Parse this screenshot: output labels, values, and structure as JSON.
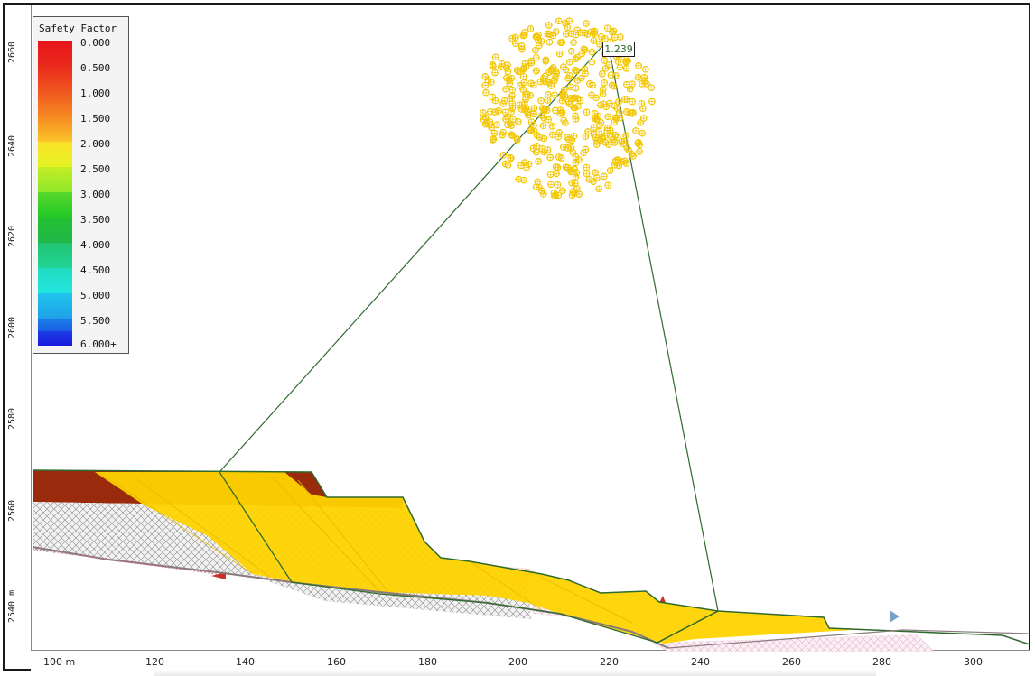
{
  "legend": {
    "title": "Safety Factor",
    "items": [
      {
        "label": "0.000",
        "color": "#e8141b"
      },
      {
        "label": "0.500",
        "color": "#ef4a20"
      },
      {
        "label": "1.000",
        "color": "#f57e22"
      },
      {
        "label": "1.500",
        "color": "#fbc52a"
      },
      {
        "label": "2.000",
        "color": "#e6f322"
      },
      {
        "label": "2.500",
        "color": "#8ee72a"
      },
      {
        "label": "3.000",
        "color": "#22c928"
      },
      {
        "label": "3.500",
        "color": "#21b84a"
      },
      {
        "label": "4.000",
        "color": "#21d496"
      },
      {
        "label": "4.500",
        "color": "#22e6e1"
      },
      {
        "label": "5.000",
        "color": "#1ea0e8"
      },
      {
        "label": "5.500",
        "color": "#1a5ee5"
      },
      {
        "label": "6.000+",
        "color": "#1a1ae0"
      }
    ]
  },
  "axes": {
    "y_ticks": [
      "2660",
      "2640",
      "2620",
      "2600",
      "2580",
      "2560",
      "2540 m"
    ],
    "x_ticks": [
      "100 m",
      "120",
      "140",
      "160",
      "180",
      "200",
      "220",
      "240",
      "260",
      "280",
      "300"
    ]
  },
  "critical_surface": {
    "safety_factor": "1.239"
  },
  "colors": {
    "slip_fill": "#ffd300",
    "grid_point": "#f2c600",
    "upper_layer": "#9a2a0c",
    "radius_line": "#2f6b2f",
    "ground_line": "#2e6b2e"
  }
}
